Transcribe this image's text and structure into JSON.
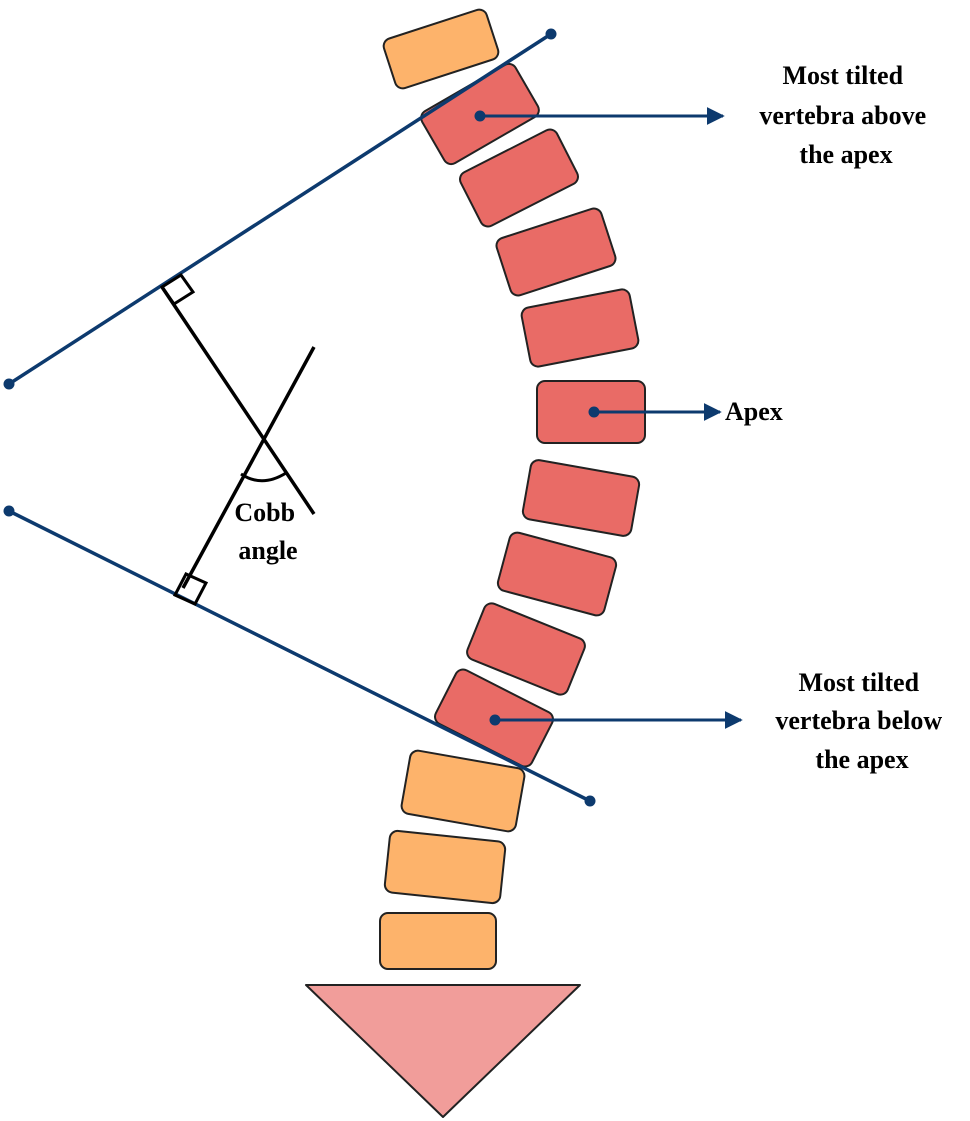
{
  "labels": {
    "tilted_above": [
      "Most tilted",
      "vertebra above",
      "the apex"
    ],
    "apex": "Apex",
    "tilted_below": [
      "Most tilted",
      "vertebra below",
      "the apex"
    ],
    "cobb": [
      "Cobb",
      "angle"
    ]
  },
  "colors": {
    "tilted_vertebra": "#E96B66",
    "normal_vertebra": "#FDB36B",
    "sacrum": "#F19D9A",
    "reference_line": "#0D3A6E",
    "construction_line": "#000000"
  }
}
